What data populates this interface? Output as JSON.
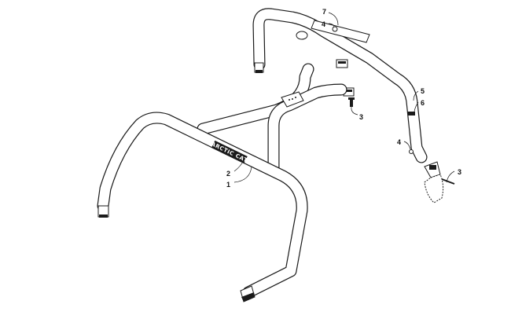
{
  "diagram": {
    "decal_text": "ARCTIC CAT",
    "callouts": [
      {
        "id": "c1",
        "label": "1"
      },
      {
        "id": "c2",
        "label": "2"
      },
      {
        "id": "c3a",
        "label": "3"
      },
      {
        "id": "c3b",
        "label": "3"
      },
      {
        "id": "c4a",
        "label": "4"
      },
      {
        "id": "c4b",
        "label": "4"
      },
      {
        "id": "c5",
        "label": "5"
      },
      {
        "id": "c6",
        "label": "6"
      },
      {
        "id": "c7",
        "label": "7"
      }
    ]
  }
}
